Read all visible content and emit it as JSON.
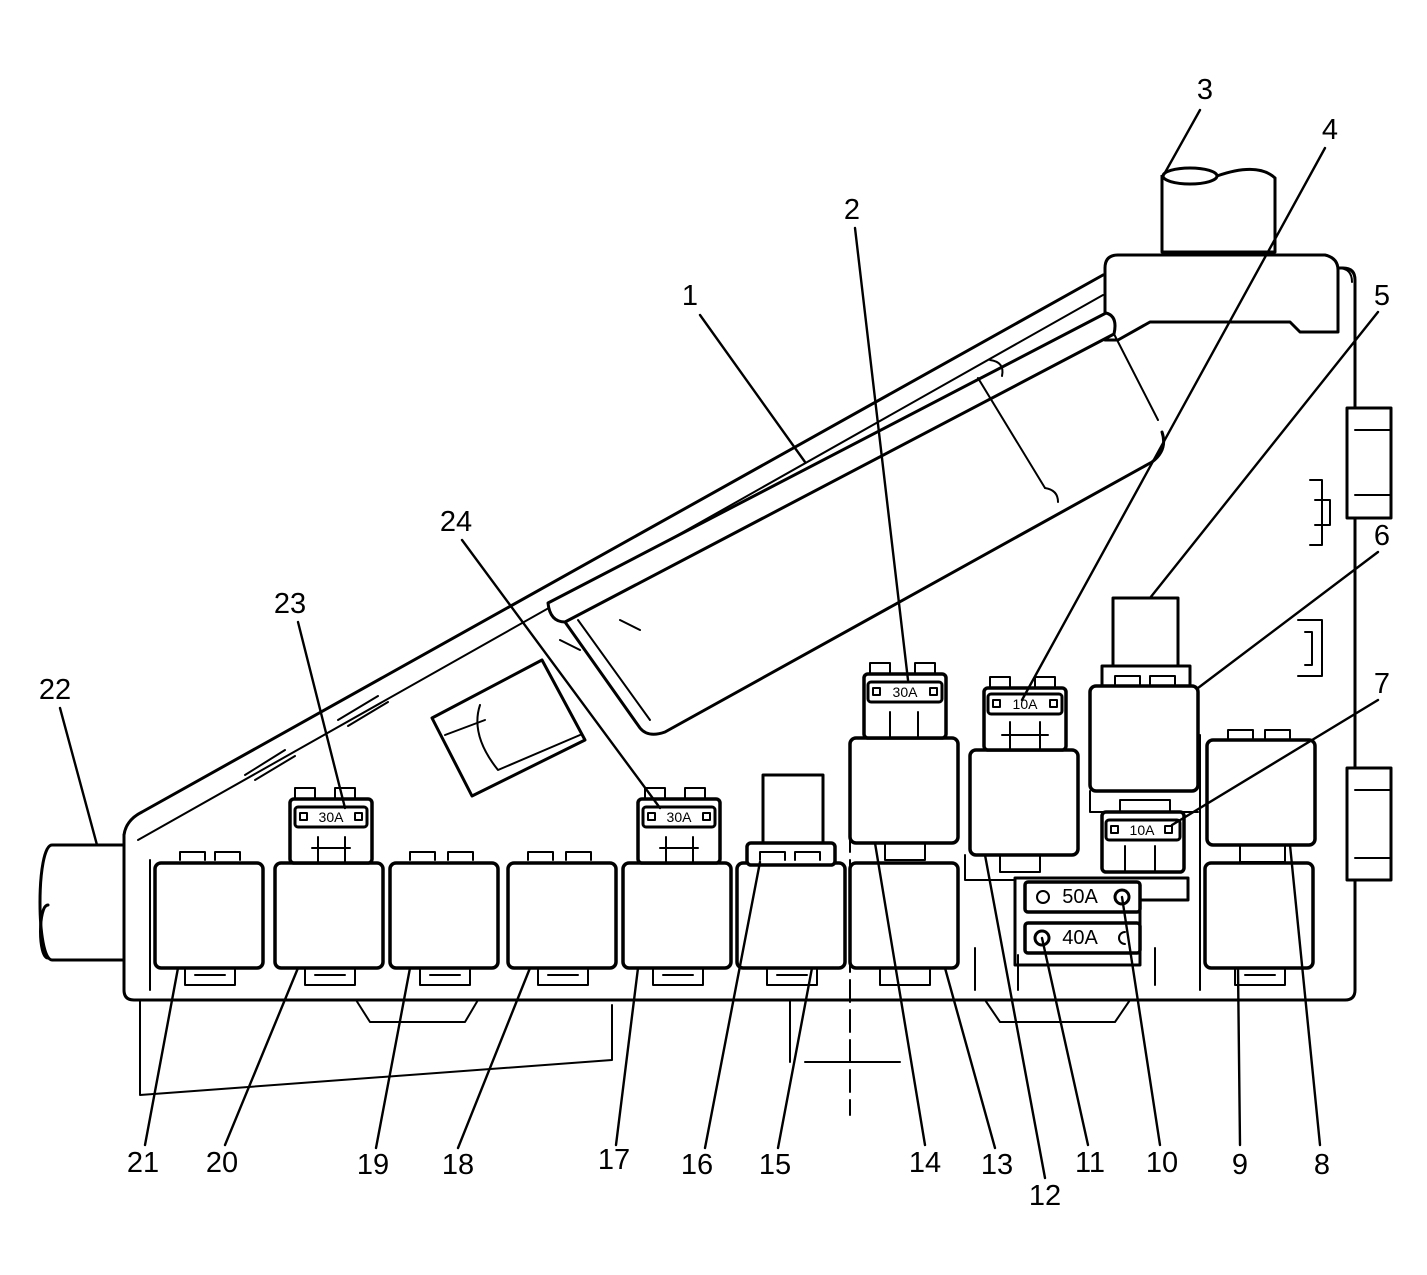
{
  "callouts": {
    "c1": "1",
    "c2": "2",
    "c3": "3",
    "c4": "4",
    "c5": "5",
    "c6": "6",
    "c7": "7",
    "c8": "8",
    "c9": "9",
    "c10": "10",
    "c11": "11",
    "c12": "12",
    "c13": "13",
    "c14": "14",
    "c15": "15",
    "c16": "16",
    "c17": "17",
    "c18": "18",
    "c19": "19",
    "c20": "20",
    "c21": "21",
    "c22": "22",
    "c23": "23",
    "c24": "24"
  },
  "fuse_labels": {
    "f23": "30A",
    "f24": "30A",
    "f2": "30A",
    "f4": "10A",
    "f7": "10A",
    "f10": "50A",
    "f11": "40A"
  }
}
